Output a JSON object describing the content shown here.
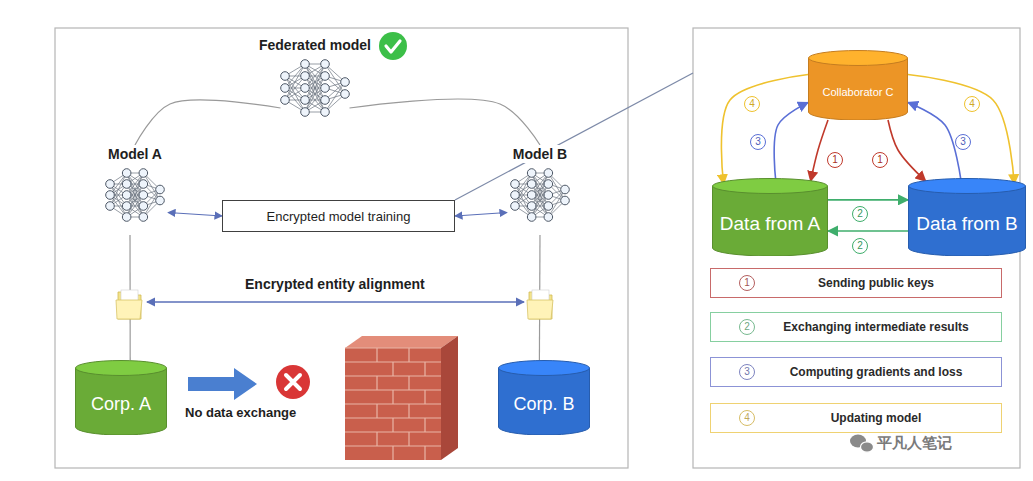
{
  "diagram": {
    "nodes": [
      {
        "text": [
          "Federated model"
        ]
      },
      {
        "text": [
          "Model A"
        ]
      },
      {
        "text": [
          "Model B"
        ]
      },
      {
        "text": [
          "Encrypted model training"
        ]
      },
      {
        "text": [
          "Corp. A"
        ]
      },
      {
        "text": [
          "Corp. B"
        ]
      },
      {
        "text": [
          "Collaborator C"
        ]
      },
      {
        "text": [
          "Data from A"
        ]
      },
      {
        "text": [
          "Data from B"
        ]
      }
    ],
    "edges": [
      {
        "from": 1,
        "to": 0,
        "arrow": "none"
      },
      {
        "from": 2,
        "to": 0,
        "arrow": "none"
      },
      {
        "from": 3,
        "to": 1,
        "arrow": "both"
      },
      {
        "from": 3,
        "to": 2,
        "arrow": "both"
      },
      {
        "from": 4,
        "to": 1,
        "arrow": "none"
      },
      {
        "from": 5,
        "to": 2,
        "arrow": "none"
      },
      {
        "from": 6,
        "to": 7,
        "label": "1",
        "arrow": "to"
      },
      {
        "from": 6,
        "to": 8,
        "label": "1",
        "arrow": "to"
      },
      {
        "from": 7,
        "to": 8,
        "label": "2",
        "arrow": "to"
      },
      {
        "from": 8,
        "to": 7,
        "label": "2",
        "arrow": "to"
      },
      {
        "from": 7,
        "to": 6,
        "label": "3",
        "arrow": "to"
      },
      {
        "from": 8,
        "to": 6,
        "label": "3",
        "arrow": "to"
      },
      {
        "from": 6,
        "to": 7,
        "label": "4",
        "arrow": "to"
      },
      {
        "from": 6,
        "to": 8,
        "label": "4",
        "arrow": "to"
      }
    ],
    "labels": [
      "Encrypted entity alignment",
      "No data exchange",
      "1",
      "2",
      "3",
      "4",
      "平凡人笔记"
    ],
    "legend": [
      {
        "text": "Sending public keys"
      },
      {
        "text": "Exchanging intermediate results"
      },
      {
        "text": "Computing gradients and loss"
      },
      {
        "text": "Updating model"
      }
    ]
  }
}
